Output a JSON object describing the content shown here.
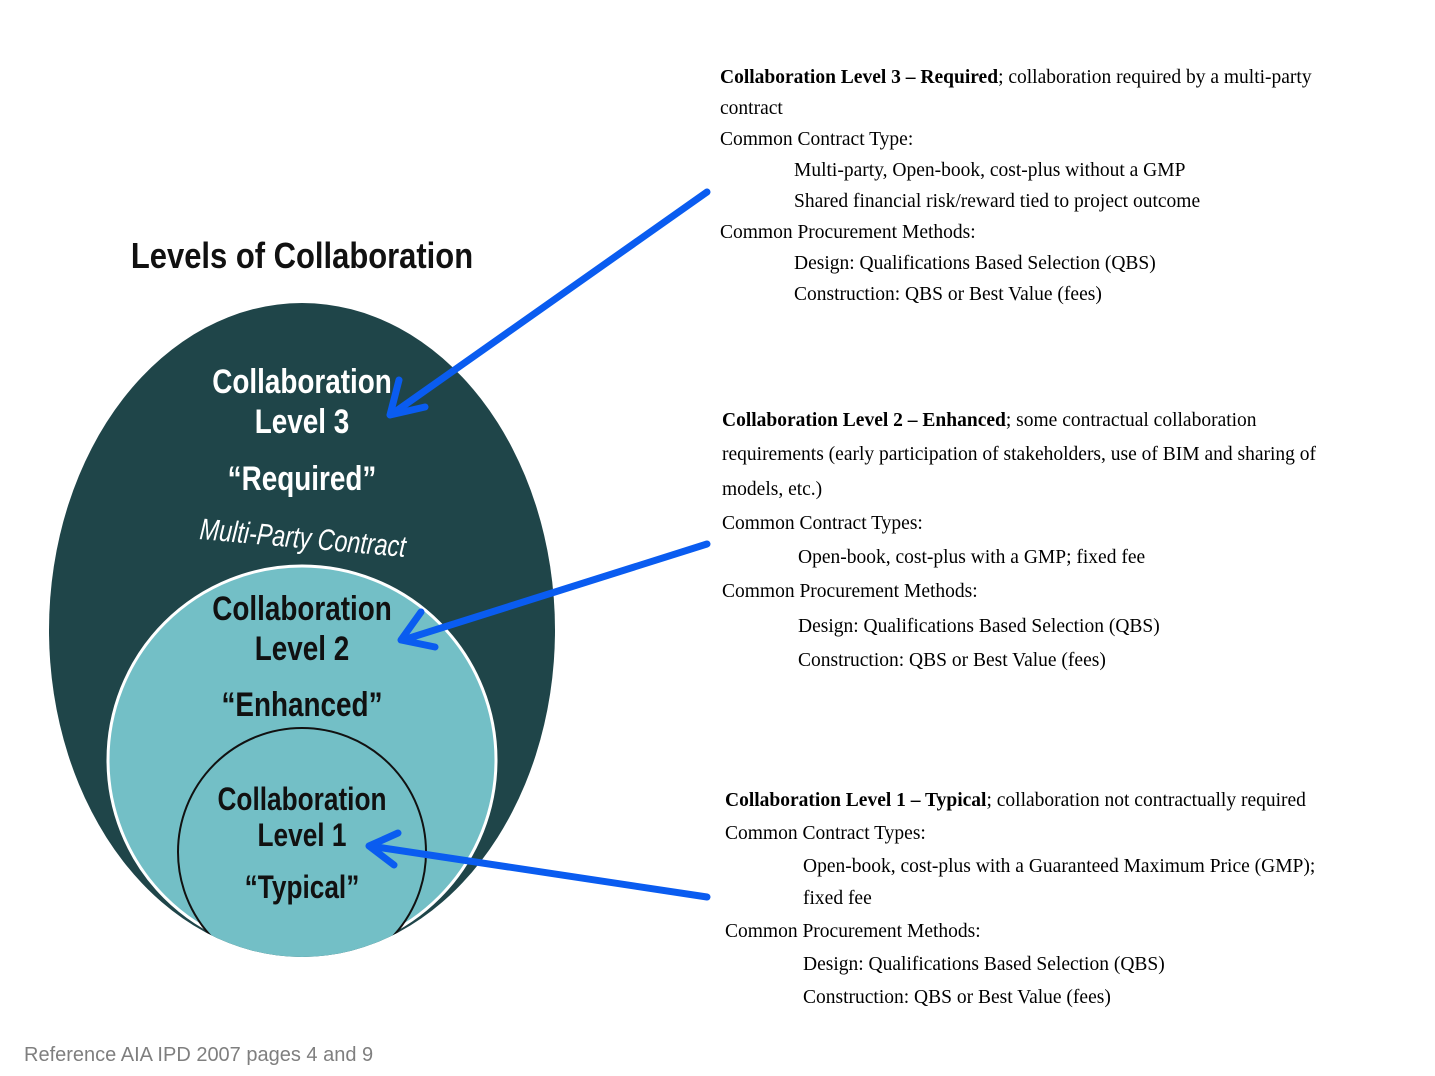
{
  "diagram": {
    "title": "Levels of Collaboration",
    "level3": {
      "line1": "Collaboration",
      "line2": "Level 3",
      "line3": "“Required”",
      "line4": "Multi-Party Contract",
      "fill": "#1f4549"
    },
    "level2": {
      "line1": "Collaboration",
      "line2": "Level 2",
      "line3": "“Enhanced”",
      "fill": "#73bfc6"
    },
    "level1": {
      "line1": "Collaboration",
      "line2": "Level 1",
      "line3": "“Typical”",
      "fill": "#73bfc6"
    },
    "arrow_color": "#0a5cf0"
  },
  "descriptions": {
    "level3": {
      "heading": "Collaboration Level 3 – Required",
      "summary_a": "; collaboration required by a multi-party",
      "summary_b": "contract",
      "contract_label": "Common Contract Type:",
      "contract_items": [
        "Multi-party, Open-book, cost-plus without a GMP",
        "Shared financial risk/reward tied to project outcome"
      ],
      "procurement_label": "Common Procurement Methods:",
      "procurement_items": [
        "Design: Qualifications Based Selection (QBS)",
        "Construction: QBS or Best Value (fees)"
      ]
    },
    "level2": {
      "heading": "Collaboration Level 2 – Enhanced",
      "summary_a": "; some contractual collaboration",
      "summary_b": "requirements (early participation of stakeholders, use of BIM and sharing of",
      "summary_c": "models, etc.)",
      "contract_label": "Common Contract Types:",
      "contract_items": [
        "Open-book, cost-plus with a GMP; fixed fee"
      ],
      "procurement_label": "Common Procurement Methods:",
      "procurement_items": [
        "Design: Qualifications Based Selection (QBS)",
        "Construction: QBS or Best Value (fees)"
      ]
    },
    "level1": {
      "heading": "Collaboration Level 1 – Typical",
      "summary_a": "; collaboration not contractually required",
      "contract_label": "Common Contract Types:",
      "contract_items": [
        "Open-book, cost-plus with a Guaranteed Maximum Price (GMP);",
        "fixed fee"
      ],
      "procurement_label": "Common Procurement Methods:",
      "procurement_items": [
        "Design: Qualifications Based Selection (QBS)",
        "Construction: QBS or Best Value (fees)"
      ]
    }
  },
  "reference": "Reference AIA IPD 2007 pages 4 and 9"
}
